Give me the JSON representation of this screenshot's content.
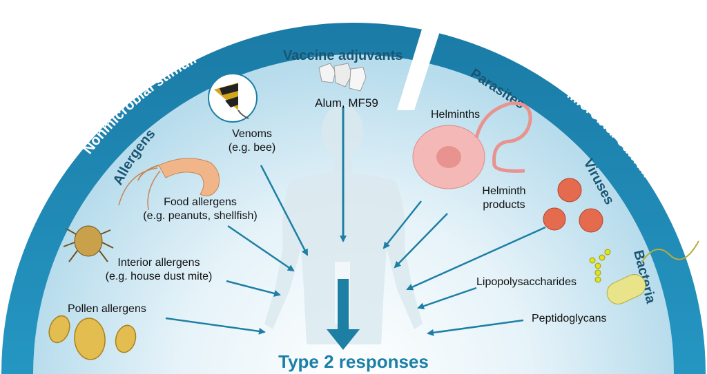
{
  "arcs": {
    "nonmicrobial": "Nonmicrobial stimuli",
    "microbial": "Microbial stimuli"
  },
  "headings": {
    "allergens": "Allergens",
    "vaccine_adjuvants": "Vaccine adjuvants",
    "parasites": "Parasites",
    "viruses": "Viruses",
    "bacteria": "Bacteria"
  },
  "labels": {
    "alum": "Alum, MF59",
    "venoms_1": "Venoms",
    "venoms_2": "(e.g. bee)",
    "food_1": "Food allergens",
    "food_2": "(e.g. peanuts, shellfish)",
    "interior_1": "Interior allergens",
    "interior_2": "(e.g. house dust mite)",
    "pollen": "Pollen allergens",
    "helminths": "Helminths",
    "helminth_products_1": "Helminth",
    "helminth_products_2": "products",
    "lps": "Lipopolysaccharides",
    "peptidoglycans": "Peptidoglycans"
  },
  "outcome": "Type 2 responses",
  "colors": {
    "arc_blue": "#1e86b2",
    "arrow_blue": "#1d7fa4",
    "heading_dark": "#1a5572",
    "outcome_blue": "#1b7fa6"
  },
  "icons": [
    "bee-icon",
    "shrimp-icon",
    "dust-mite-icon",
    "pollen-icon",
    "alum-crystal-icon",
    "helminth-icon",
    "virus-icon",
    "bacteria-icon",
    "lps-icon"
  ]
}
